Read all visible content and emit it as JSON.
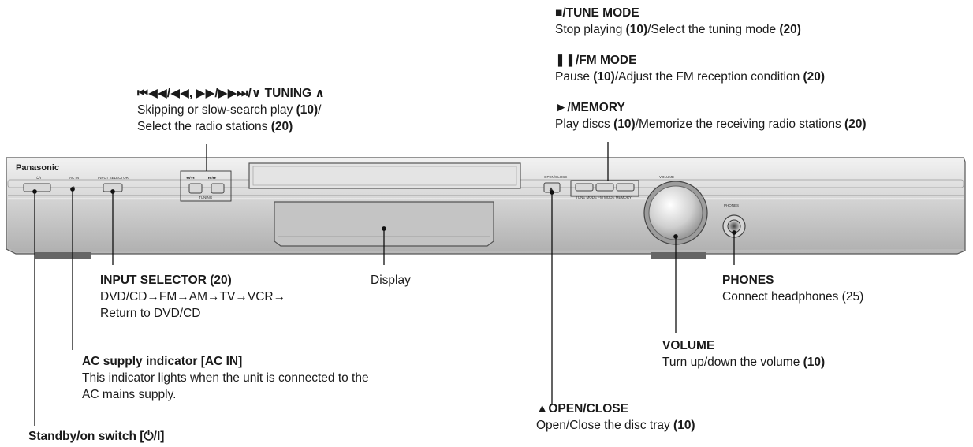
{
  "device": {
    "brand": "Panasonic",
    "panel_labels": {
      "standby": "⏻/I",
      "ac_in": "AC IN",
      "input_selector": "INPUT SELECTOR",
      "skip_left": "◂◂/◂◂",
      "skip_right": "▸▸/▸▸",
      "tuning": "TUNING",
      "open_close": "OPEN/CLOSE",
      "volume": "VOLUME",
      "transport_labels": "TUNE MODE   FM MODE   MEMORY",
      "phones": "PHONES"
    }
  },
  "annotations": {
    "tune_mode": {
      "title": "■/TUNE MODE",
      "desc_a": "Stop playing ",
      "ref_a": "(10)",
      "desc_b": "/Select the tuning mode ",
      "ref_b": "(20)"
    },
    "fm_mode": {
      "title": "❚❚/FM MODE",
      "desc_a": "Pause ",
      "ref_a": "(10)",
      "desc_b": "/Adjust the FM reception condition ",
      "ref_b": "(20)"
    },
    "memory": {
      "title": "►/MEMORY",
      "desc_a": "Play discs ",
      "ref_a": "(10)",
      "desc_b": "/Memorize the receiving radio stations ",
      "ref_b": "(20)"
    },
    "tuning": {
      "title": "⏮◀◀/◀◀, ▶▶/▶▶⏭/∨ TUNING ∧",
      "line1_a": "Skipping or slow-search play ",
      "line1_ref": "(10)",
      "line1_b": "/",
      "line2_a": "Select the radio stations ",
      "line2_ref": "(20)"
    },
    "input_selector": {
      "title": "INPUT SELECTOR (20)",
      "line1": "DVD/CD→FM→AM→TV→VCR→",
      "line2": "Return to DVD/CD"
    },
    "display": {
      "label": "Display"
    },
    "phones": {
      "title": "PHONES",
      "line1": "Connect headphones (25)"
    },
    "volume": {
      "title": "VOLUME",
      "desc": "Turn up/down the volume ",
      "ref": "(10)"
    },
    "ac_supply": {
      "title": "AC supply indicator [AC IN]",
      "line1": "This indicator lights when the unit is connected to the",
      "line2": "AC mains supply."
    },
    "open_close": {
      "title": "▲OPEN/CLOSE",
      "desc": "Open/Close the disc tray ",
      "ref": "(10)"
    },
    "standby": {
      "title": "Standby/on switch [⏻/I]"
    }
  },
  "colors": {
    "panel_light": "#e6e6e6",
    "panel_mid": "#c9c9c9",
    "panel_dark": "#8a8a8a",
    "line": "#111111"
  }
}
